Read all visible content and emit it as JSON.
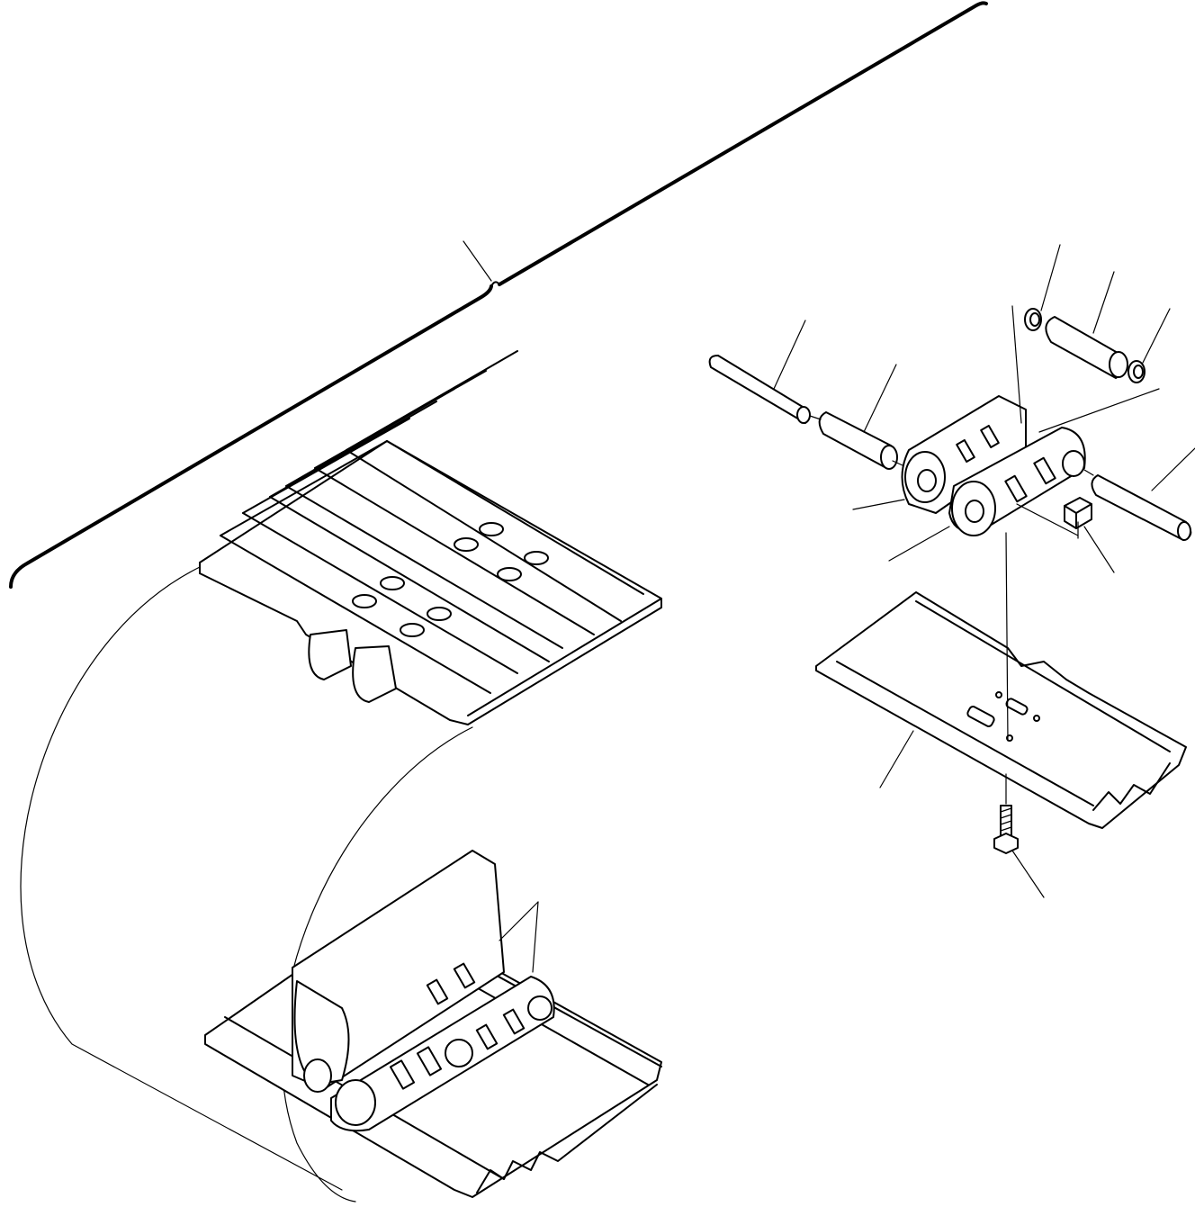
{
  "diagram": {
    "parts": [
      {
        "id": "track-assembly",
        "icon": "track-chain-loop-icon"
      },
      {
        "id": "master-pin",
        "icon": "pin-icon"
      },
      {
        "id": "bushing-left",
        "icon": "bushing-icon"
      },
      {
        "id": "seal-ring-left",
        "icon": "seal-ring-icon"
      },
      {
        "id": "bushing-top",
        "icon": "bushing-icon"
      },
      {
        "id": "seal-ring-right",
        "icon": "seal-ring-icon"
      },
      {
        "id": "pin-right",
        "icon": "pin-icon"
      },
      {
        "id": "link-left",
        "icon": "track-link-icon"
      },
      {
        "id": "link-right",
        "icon": "track-link-icon"
      },
      {
        "id": "shoe-nut",
        "icon": "nut-icon"
      },
      {
        "id": "track-shoe",
        "icon": "track-shoe-icon"
      },
      {
        "id": "shoe-bolt",
        "icon": "bolt-icon"
      }
    ]
  }
}
